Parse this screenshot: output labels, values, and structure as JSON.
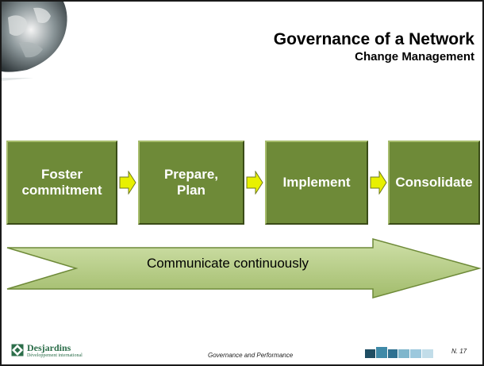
{
  "slide": {
    "title": "Governance of a Network",
    "subtitle": "Change Management"
  },
  "steps": [
    {
      "lines": [
        "Foster",
        "commitment"
      ]
    },
    {
      "lines": [
        "Prepare,",
        "Plan"
      ]
    },
    {
      "lines": [
        "Implement"
      ]
    },
    {
      "lines": [
        "Consolidate"
      ]
    }
  ],
  "banner": {
    "label": "Communicate continuously"
  },
  "footer": {
    "logo_name": "Desjardins",
    "logo_subtitle": "Développement international",
    "caption": "Governance and Performance",
    "page": "N. 17"
  },
  "colors": {
    "step_fill": "#6e8a38",
    "connector_fill": "#e8f000",
    "banner_fill": "#b9d08a",
    "logo_green": "#2c6e4a",
    "footer_bar_dark": "#1f4e63",
    "footer_bar_mid": "#3f8aa8",
    "footer_bar_light": "#9cc8dd"
  },
  "icons": {
    "globe": "globe-image",
    "connector": "right-arrow-icon",
    "logo": "desjardins-logo-icon"
  }
}
